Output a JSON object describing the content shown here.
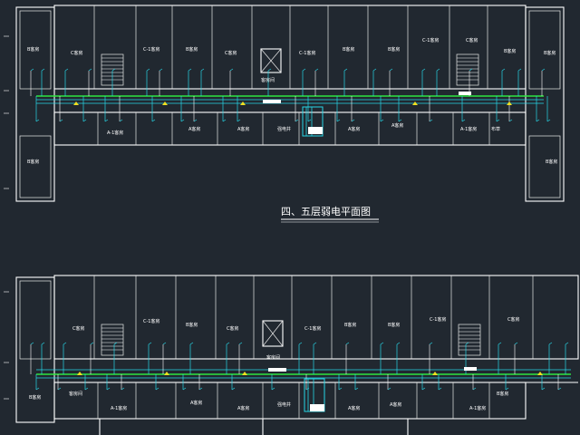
{
  "title": "四、五层弱电平面图",
  "colors": {
    "background": "#212830",
    "wall": "#ffffff",
    "trunk_cable": "#2ee640",
    "branch_cable": "#27d6e6",
    "device": "#f0e020"
  },
  "plans": [
    {
      "name": "upper-floor-plan",
      "rooms": [
        {
          "label": "B客房"
        },
        {
          "label": "C客房"
        },
        {
          "label": "C-1客房"
        },
        {
          "label": "B客房"
        },
        {
          "label": "C客房"
        },
        {
          "label": "C-1客房"
        },
        {
          "label": "B客房"
        },
        {
          "label": "B客房"
        },
        {
          "label": "C-1客房"
        },
        {
          "label": "C客房"
        },
        {
          "label": "B客房"
        },
        {
          "label": "客房间"
        },
        {
          "label": "A-1客房"
        },
        {
          "label": "A客房"
        },
        {
          "label": "A客房"
        },
        {
          "label": "强电井"
        },
        {
          "label": "A客房"
        },
        {
          "label": "A客房"
        },
        {
          "label": "A-1客房"
        },
        {
          "label": "布草"
        },
        {
          "label": "B客房"
        },
        {
          "label": "B客房"
        },
        {
          "label": "B客房"
        }
      ]
    },
    {
      "name": "lower-floor-plan",
      "rooms": [
        {
          "label": "C客房"
        },
        {
          "label": "C-1客房"
        },
        {
          "label": "B客房"
        },
        {
          "label": "C客房"
        },
        {
          "label": "C-1客房"
        },
        {
          "label": "B客房"
        },
        {
          "label": "B客房"
        },
        {
          "label": "C-1客房"
        },
        {
          "label": "C客房"
        },
        {
          "label": "客房间"
        },
        {
          "label": "B客房"
        },
        {
          "label": "客房间"
        },
        {
          "label": "A-1客房"
        },
        {
          "label": "A客房"
        },
        {
          "label": "A客房"
        },
        {
          "label": "强电井"
        },
        {
          "label": "A客房"
        },
        {
          "label": "A客房"
        },
        {
          "label": "A-1客房"
        },
        {
          "label": "B客房"
        }
      ]
    }
  ]
}
